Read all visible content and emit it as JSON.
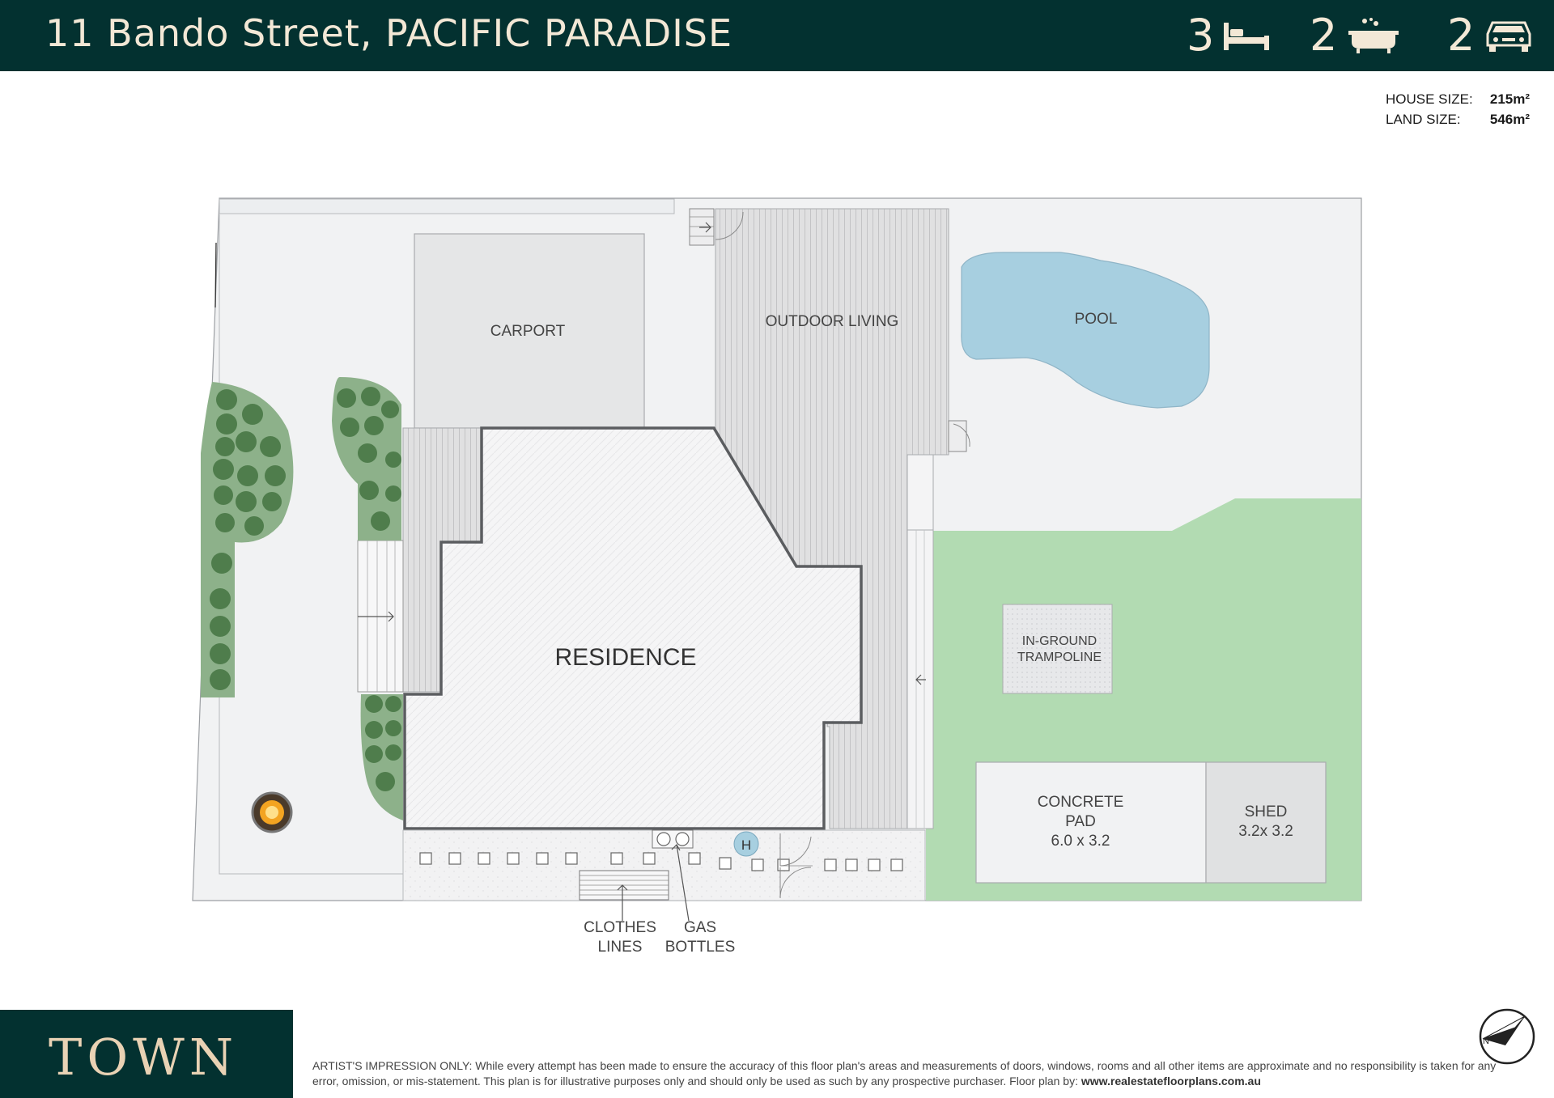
{
  "header": {
    "address": "11 Bando Street, PACIFIC PARADISE",
    "bedrooms": "3",
    "bathrooms": "2",
    "car_spaces": "2",
    "icons": [
      "bed-icon",
      "bath-icon",
      "car-icon"
    ]
  },
  "sizes": {
    "house_label": "HOUSE SIZE:",
    "house_value": "215m²",
    "land_label": "LAND SIZE:",
    "land_value": "546m²"
  },
  "plan": {
    "carport": "CARPORT",
    "outdoor_living": "OUTDOOR LIVING",
    "pool": "POOL",
    "residence": "RESIDENCE",
    "trampoline_1": "IN-GROUND",
    "trampoline_2": "TRAMPOLINE",
    "concrete_1": "CONCRETE",
    "concrete_2": "PAD",
    "concrete_3": "6.0 x 3.2",
    "shed_1": "SHED",
    "shed_2": "3.2x 3.2",
    "hot_water": "H",
    "clothes_1": "CLOTHES",
    "clothes_2": "LINES",
    "gas_1": "GAS",
    "gas_2": "BOTTLES"
  },
  "footer": {
    "logo": "TOWN",
    "disclaimer": "ARTIST'S IMPRESSION ONLY: While every attempt has been made to ensure the accuracy of this floor plan's areas and measurements of doors, windows, rooms and all other items are approximate and no responsibility is taken for any error, omission, or mis-statement. This plan is for illustrative purposes only and should only be used as such by any prospective purchaser. Floor plan by:",
    "website": "www.realestatefloorplans.com.au"
  },
  "colors": {
    "header_bg": "#033130",
    "header_text": "#f3e8d6",
    "lawn": "#b2dbb2",
    "pool": "#a7cfe0",
    "hedge": "#8db18a"
  }
}
